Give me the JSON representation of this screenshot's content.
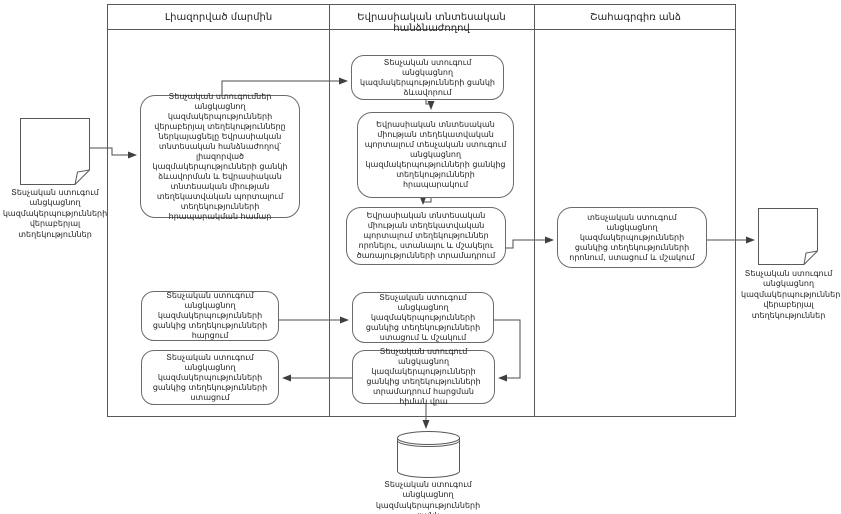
{
  "colors": {
    "stroke": "#595959",
    "node_border": "#6b6b6b",
    "arrow": "#3f3f3f",
    "background": "#ffffff"
  },
  "lanes": {
    "authority": "Լիազորված մարմին",
    "commission": "Եվրասիական տնտեսական հանձնաժողով",
    "person": "Շահագրգիռ անձ"
  },
  "nodes": {
    "doc_left": "Տեսչական ստուգում անցկացնող կազմակերպությունների վերաբերյալ տեղեկություններ",
    "am_submit": "Տեսչական ստուգումներ անցկացնող կազմակերպությունների վերաբերյալ տեղեկությունները ներկայացնելը Եվրասիական տնտեսական հանձնաժողով՝ լիազորված կազմակերպությունների ցանկի ձևավորման և Եվրասիական տնտեսական միության տեղեկատվական պորտալում տեղեկությունների հրապարակման համար",
    "eec_form_list": "Տեսչական ստուգում անցկացնող կազմակերպությունների ցանկի ձևավորում",
    "eec_publish": "Եվրասիական տնտեսական միության տեղեկատվական պորտալում տեսչական ստուգում անցկացնող կազմակերպությունների ցանկից տեղեկությունների հրապարակում",
    "eec_services": "Եվրասիական տնտեսական միության տեղեկատվական պորտալում տեղեկություններ որոնելու, ստանալու և մշակելու ծառայությունների տրամադրում",
    "eec_receive_process": "Տեսչական ստուգում անցկացնող կազմակերպությունների ցանկից տեղեկությունների ստացում և մշակում",
    "eec_provide": "Տեսչական ստուգում անցկացնող կազմակերպությունների ցանկից տեղեկությունների տրամադրում հարցման հիման վրա",
    "am_request": "Տեսչական ստուգում անցկացնող կազմակերպությունների ցանկից տեղեկությունների հարցում",
    "am_receive": "Տեսչական ստուգում անցկացնող կազմակերպությունների ցանկից տեղեկությունների ստացում",
    "person_search": "տեսչական ստուգում անցկացնող կազմակերպությունների ցանկից տեղեկությունների որոնում, ստացում և մշակում",
    "doc_right": "Տեսչական ստուգում անցկացնող կազմակերպությունների վերաբերյալ տեղեկություններ",
    "db_list": "Տեսչական ստուգում անցկացնող կազմակերպությունների ցանկ"
  }
}
